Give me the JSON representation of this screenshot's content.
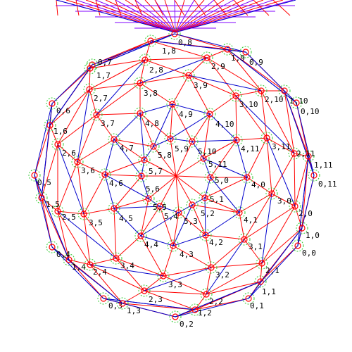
{
  "colors": {
    "background": "#ffffff",
    "tri_edge": "#ff0000",
    "hull_edge": "#0000cc",
    "node_circle": "#ff0000",
    "node_ring": "#33cc33",
    "top_mesh": "#8000ff"
  },
  "nodes": [
    {
      "id": "0,0",
      "label": "0,0"
    },
    {
      "id": "0,1",
      "label": "0,1"
    },
    {
      "id": "0,2",
      "label": "0,2"
    },
    {
      "id": "0,3",
      "label": "0,3"
    },
    {
      "id": "0,4",
      "label": "0,4"
    },
    {
      "id": "0,5",
      "label": "0,5"
    },
    {
      "id": "0,6",
      "label": "0,6"
    },
    {
      "id": "0,7",
      "label": "0,7"
    },
    {
      "id": "0,8",
      "label": "0,8"
    },
    {
      "id": "0,9",
      "label": "0,9"
    },
    {
      "id": "0,10",
      "label": "0,10"
    },
    {
      "id": "0,11",
      "label": "0,11"
    },
    {
      "id": "1,0",
      "label": "1,0"
    },
    {
      "id": "1,1",
      "label": "1,1"
    },
    {
      "id": "1,2",
      "label": "1,2"
    },
    {
      "id": "1,3",
      "label": "1,3"
    },
    {
      "id": "1,4",
      "label": "1,4"
    },
    {
      "id": "1,5",
      "label": "1,5"
    },
    {
      "id": "1,6",
      "label": "1,6"
    },
    {
      "id": "1,7",
      "label": "1,7"
    },
    {
      "id": "1,8",
      "label": "1,8"
    },
    {
      "id": "1,9",
      "label": "1,9"
    },
    {
      "id": "1,10",
      "label": "1,10"
    },
    {
      "id": "1,11",
      "label": "1,11"
    },
    {
      "id": "2,0",
      "label": "2,0"
    },
    {
      "id": "2,1",
      "label": "2,1"
    },
    {
      "id": "2,2",
      "label": "2,2"
    },
    {
      "id": "2,3",
      "label": "2,3"
    },
    {
      "id": "2,4",
      "label": "2,4"
    },
    {
      "id": "2,5",
      "label": "2,5"
    },
    {
      "id": "2,6",
      "label": "2,6"
    },
    {
      "id": "2,7",
      "label": "2,7"
    },
    {
      "id": "2,8",
      "label": "2,8"
    },
    {
      "id": "2,9",
      "label": "2,9"
    },
    {
      "id": "2,10",
      "label": "2,10"
    },
    {
      "id": "2,11",
      "label": "2,11"
    },
    {
      "id": "3,0",
      "label": "3,0"
    },
    {
      "id": "3,1",
      "label": "3,1"
    },
    {
      "id": "3,2",
      "label": "3,2"
    },
    {
      "id": "3,3",
      "label": "3,3"
    },
    {
      "id": "3,4",
      "label": "3,4"
    },
    {
      "id": "3,5",
      "label": "3,5"
    },
    {
      "id": "3,6",
      "label": "3,6"
    },
    {
      "id": "3,7",
      "label": "3,7"
    },
    {
      "id": "3,8",
      "label": "3,8"
    },
    {
      "id": "3,9",
      "label": "3,9"
    },
    {
      "id": "3,10",
      "label": "3,10"
    },
    {
      "id": "3,11",
      "label": "3,11"
    },
    {
      "id": "4,0",
      "label": "4,0"
    },
    {
      "id": "4,1",
      "label": "4,1"
    },
    {
      "id": "4,2",
      "label": "4,2"
    },
    {
      "id": "4,3",
      "label": "4,3"
    },
    {
      "id": "4,4",
      "label": "4,4"
    },
    {
      "id": "4,5",
      "label": "4,5"
    },
    {
      "id": "4,6",
      "label": "4,6"
    },
    {
      "id": "4,7",
      "label": "4,7"
    },
    {
      "id": "4,8",
      "label": "4,8"
    },
    {
      "id": "4,9",
      "label": "4,9"
    },
    {
      "id": "4,10",
      "label": "4,10"
    },
    {
      "id": "4,11",
      "label": "4,11"
    },
    {
      "id": "5,0",
      "label": "5,0"
    },
    {
      "id": "5,1",
      "label": "5,1"
    },
    {
      "id": "5,2",
      "label": "5,2"
    },
    {
      "id": "5,3",
      "label": "5,3"
    },
    {
      "id": "5,4",
      "label": "5,4"
    },
    {
      "id": "5,5",
      "label": "5,5"
    },
    {
      "id": "5,6",
      "label": "5,6"
    },
    {
      "id": "5,7",
      "label": "5,7"
    },
    {
      "id": "5,8",
      "label": "5,8"
    },
    {
      "id": "5,9",
      "label": "5,9"
    },
    {
      "id": "5,10",
      "label": "5,10"
    },
    {
      "id": "5,11",
      "label": "5,11"
    }
  ]
}
